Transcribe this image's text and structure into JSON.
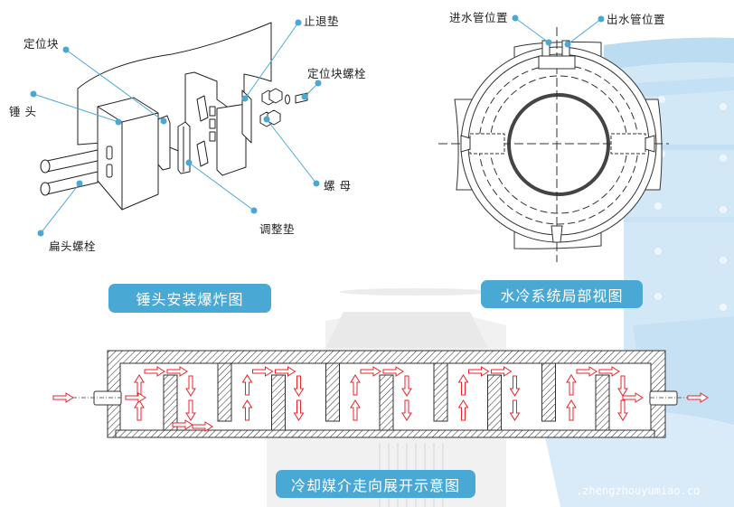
{
  "colors": {
    "accent": "#4aa8d4",
    "leader_line": "#4aa8d4",
    "flow_arrow": "#e8242b",
    "line": "#333333",
    "background_machine": "#cfe6f6"
  },
  "exploded_view": {
    "title": "锤头安装爆炸图",
    "labels": {
      "positioning_block": "定位块",
      "hammer_head": "锤  头",
      "flat_head_bolt": "扁头螺栓",
      "stop_washer": "止退垫",
      "positioning_block_bolt": "定位块螺栓",
      "nut": "螺  母",
      "adjusting_shim": "调整垫"
    }
  },
  "water_cooling_view": {
    "title": "水冷系统局部视图",
    "labels": {
      "inlet_position": "进水管位置",
      "outlet_position": "出水管位置"
    }
  },
  "coolant_flow_view": {
    "title": "冷却媒介走向展开示意图",
    "chambers": 5,
    "flow_direction": "left-to-right serpentine"
  },
  "watermark": ".zhengzhouyumiao.co"
}
